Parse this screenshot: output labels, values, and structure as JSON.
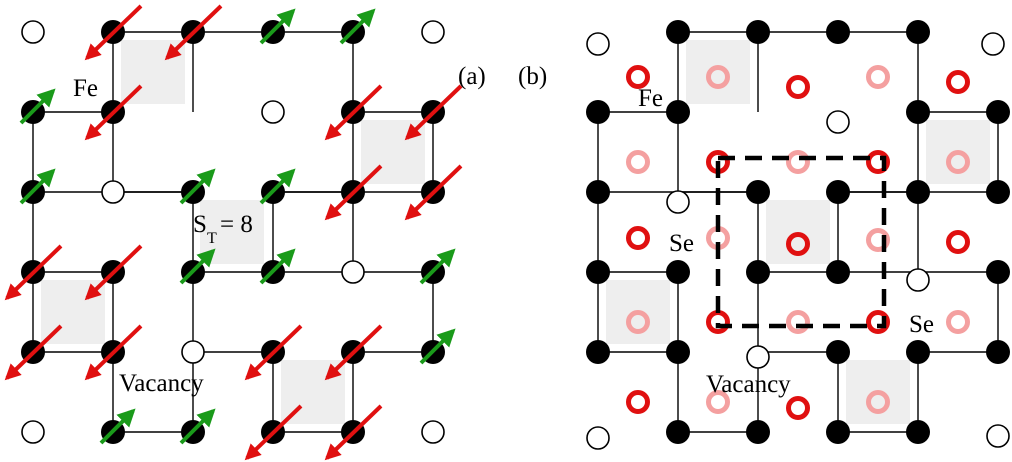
{
  "panels": {
    "a": {
      "tag": "(a)",
      "fe_label": "Fe",
      "spin_label_main": "S",
      "spin_label_sub": "T",
      "spin_label_value": "= 8",
      "vacancy_label": "Vacancy"
    },
    "b": {
      "tag": "(b)",
      "fe_label": "Fe",
      "se_label": "Se",
      "vacancy_label": "Vacancy"
    }
  },
  "colors": {
    "fe_atom": "#000000",
    "vacancy": "#000000",
    "spin_up_arrow": "#1a9a1a",
    "spin_down_arrow": "#e01010",
    "se_upper": "#e01010",
    "se_lower": "#f4a0a0",
    "block_shade": "#eeeeee",
    "unit_cell_outline": "#000000"
  },
  "legend_icons": {
    "fe": "filled-black-circle",
    "vacancy": "open-circle",
    "spin_up": "green-arrow-up-right",
    "spin_down": "red-arrow-down-left",
    "se_upper": "red-ring",
    "se_lower": "pink-ring"
  }
}
